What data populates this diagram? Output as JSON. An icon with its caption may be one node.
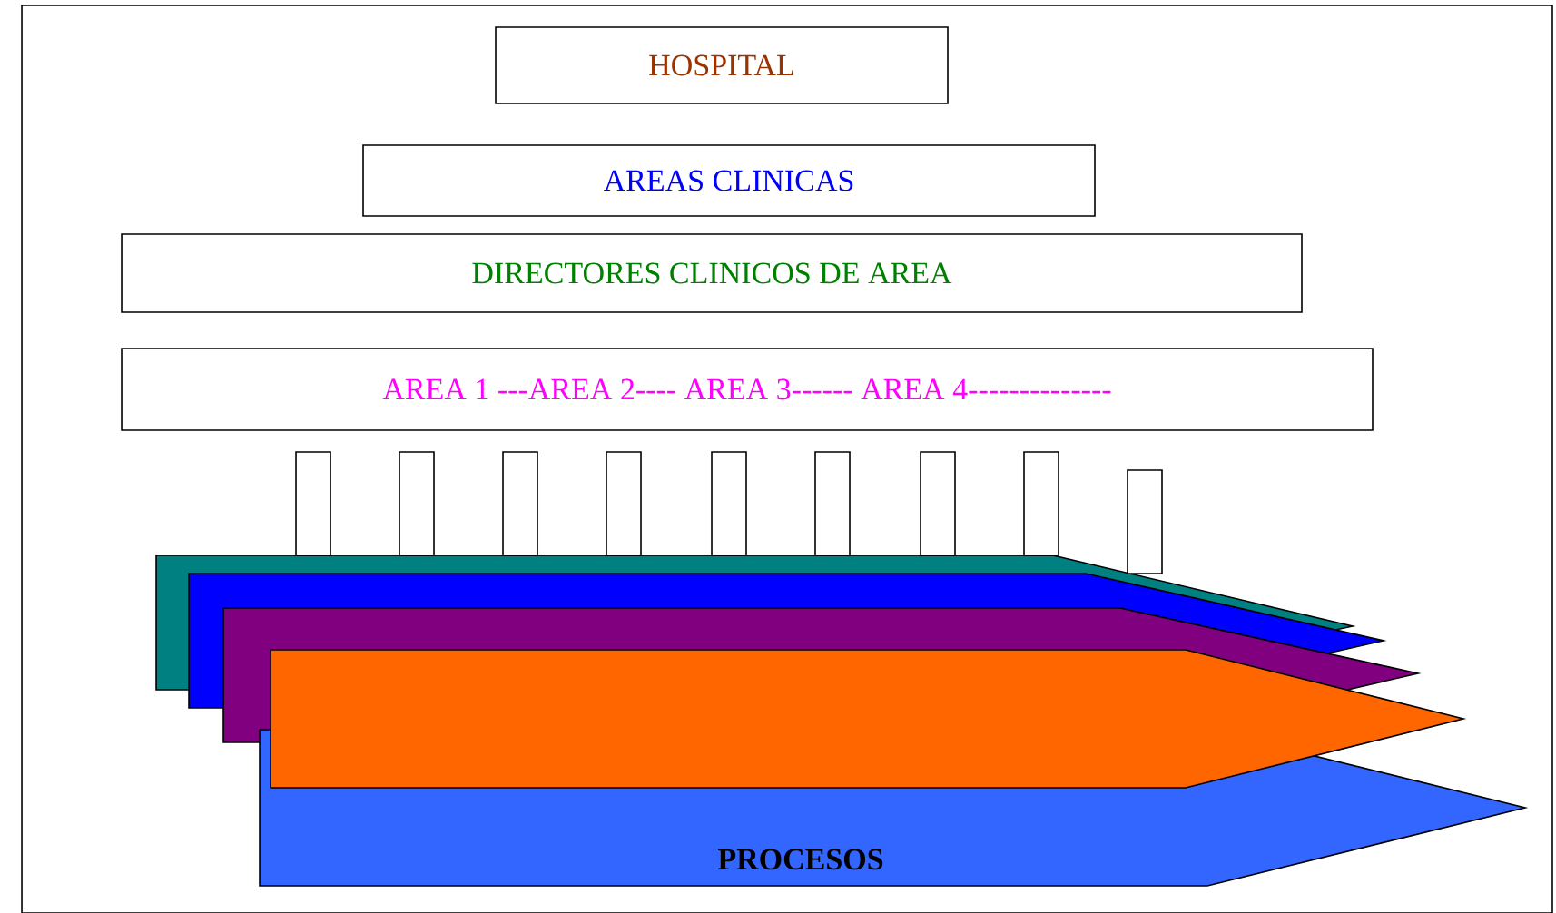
{
  "diagram": {
    "nodes": [
      {
        "text": [
          "HOSPITAL"
        ]
      },
      {
        "text": [
          "AREAS CLINICAS"
        ]
      },
      {
        "text": [
          "DIRECTORES CLINICOS DE AREA"
        ]
      },
      {
        "text": [
          "AREA 1 ---AREA 2---- AREA 3------ AREA 4--------------"
        ]
      },
      {
        "text": [],
        "shape": "box"
      },
      {
        "text": [],
        "shape": "box"
      },
      {
        "text": [],
        "shape": "box"
      },
      {
        "text": [],
        "shape": "box"
      },
      {
        "text": [],
        "shape": "box"
      },
      {
        "text": [],
        "shape": "box"
      },
      {
        "text": [],
        "shape": "box"
      },
      {
        "text": [],
        "shape": "box"
      },
      {
        "text": [],
        "shape": "box"
      },
      {
        "text": [],
        "shape": "arrow"
      },
      {
        "text": [],
        "shape": "arrow"
      },
      {
        "text": [],
        "shape": "arrow"
      },
      {
        "text": [],
        "shape": "arrow"
      },
      {
        "text": [
          "PROCESOS"
        ]
      }
    ]
  }
}
